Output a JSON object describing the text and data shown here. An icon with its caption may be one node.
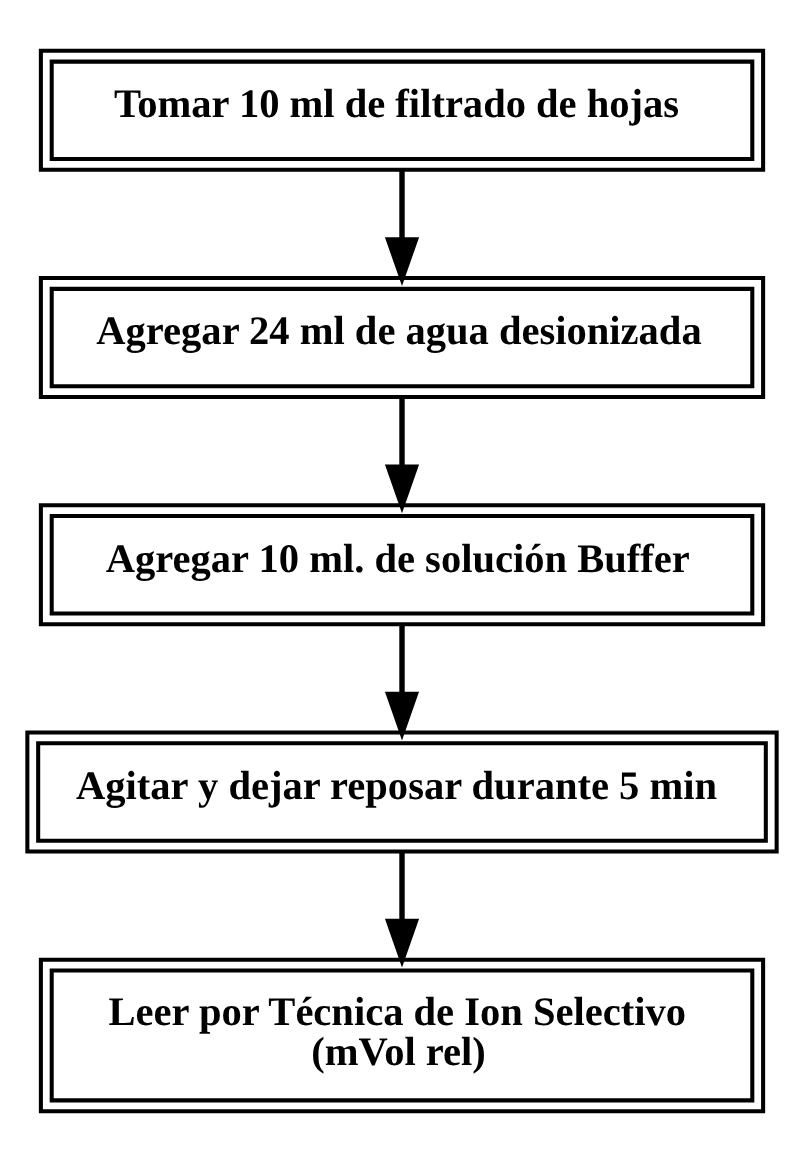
{
  "diagram": {
    "nodes": [
      {
        "text": [
          "Tomar 10 ml de filtrado de hojas"
        ]
      },
      {
        "text": [
          "Agregar 24 ml de agua desionizada"
        ]
      },
      {
        "text": [
          "Agregar 10 ml. de solución Buffer"
        ]
      },
      {
        "text": [
          "Agitar y dejar reposar durante 5 min"
        ]
      },
      {
        "text": [
          "Leer por Técnica de Ion Selectivo (mVol rel)"
        ]
      }
    ],
    "edges": [
      {
        "from": 0,
        "to": 1,
        "arrow": "to"
      },
      {
        "from": 1,
        "to": 2,
        "arrow": "to"
      },
      {
        "from": 2,
        "to": 3,
        "arrow": "to"
      },
      {
        "from": 3,
        "to": 4,
        "arrow": "to"
      }
    ]
  }
}
